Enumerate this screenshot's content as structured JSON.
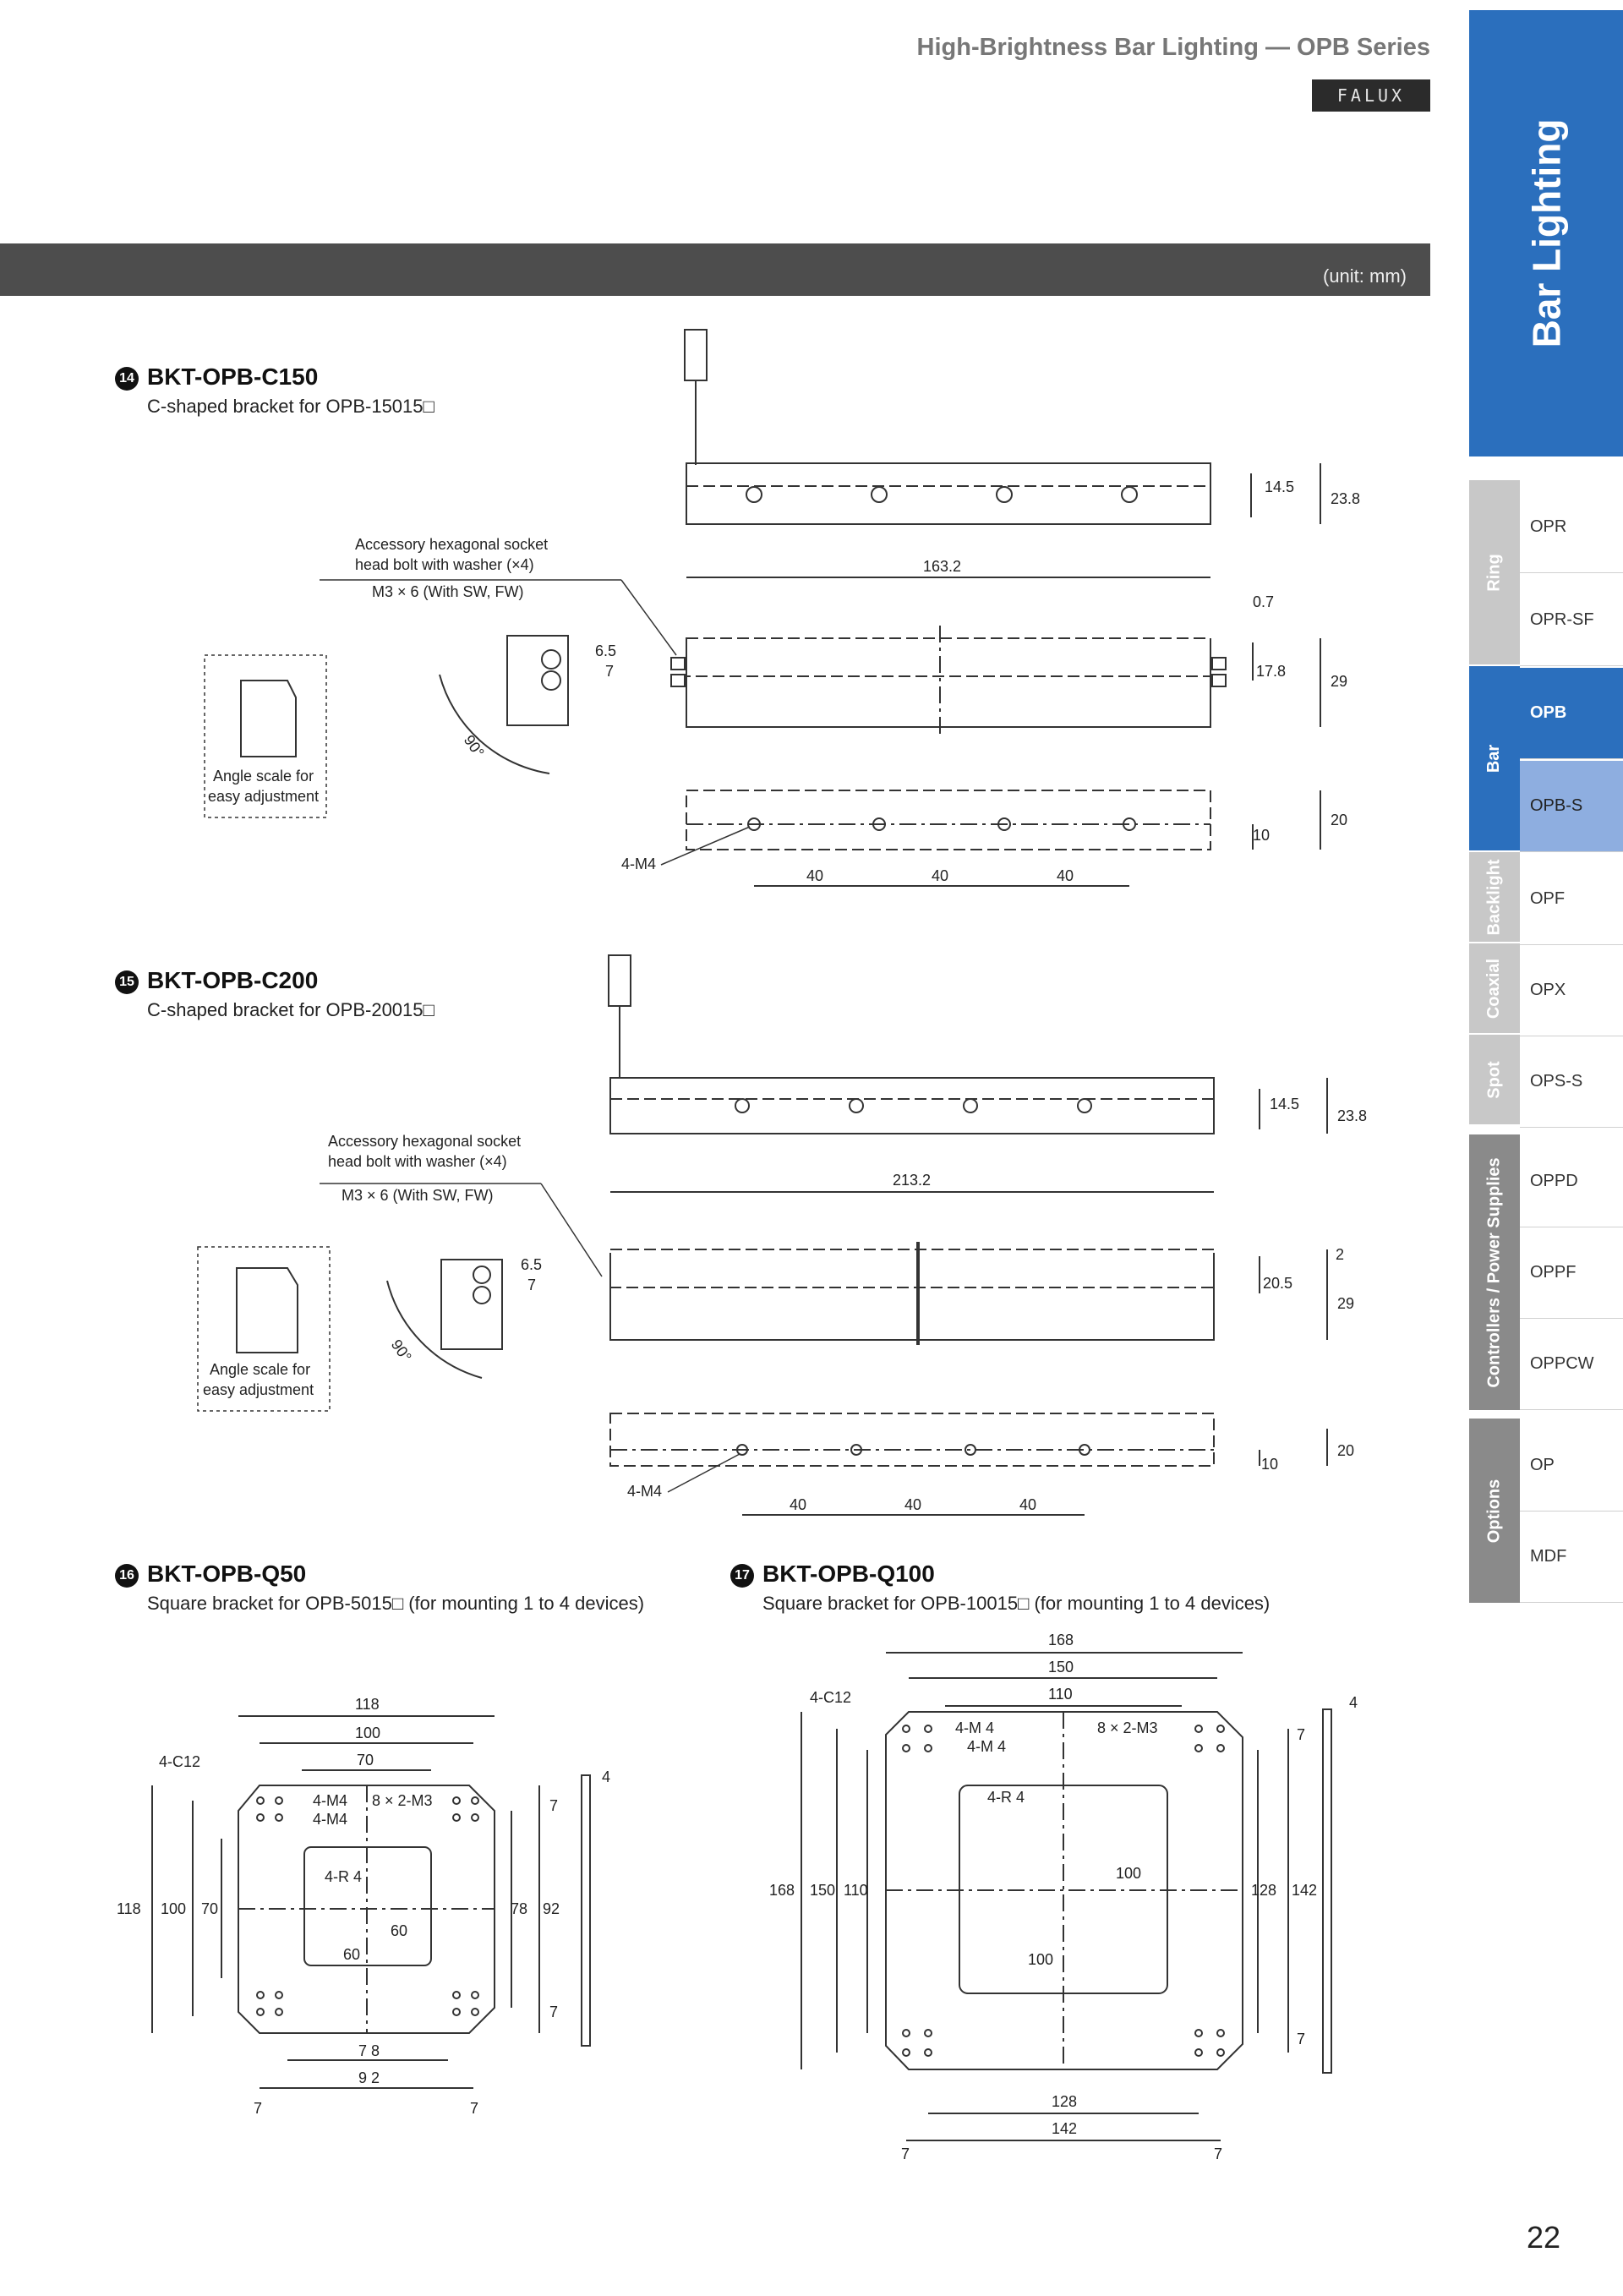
{
  "header": {
    "series_title": "High-Brightness Bar Lighting — OPB Series",
    "brand": "FALUX",
    "unit_note": "(unit: mm)"
  },
  "sidebar": {
    "main_label": "Bar Lighting",
    "categories": [
      {
        "label": "Ring",
        "color": "#c8c8c8"
      },
      {
        "label": "Bar",
        "color": "#2b6fbd"
      },
      {
        "label": "Backlight",
        "color": "#c8c8c8"
      },
      {
        "label": "Coaxial",
        "color": "#c8c8c8"
      },
      {
        "label": "Spot",
        "color": "#c8c8c8"
      },
      {
        "label": "Controllers / Power Supplies",
        "color": "#8a8a8a"
      },
      {
        "label": "Options",
        "color": "#8a8a8a"
      }
    ],
    "items": [
      "OPR",
      "OPR-SF",
      "OPB",
      "OPB-S",
      "OPF",
      "OPX",
      "OPS-S",
      "OPPD",
      "OPPF",
      "OPPCW",
      "OP",
      "MDF"
    ]
  },
  "sections": [
    {
      "number": "14",
      "title": "BKT-OPB-C150",
      "subtitle": "C-shaped bracket for OPB-15015□",
      "bolt_note_1": "Accessory hexagonal socket",
      "bolt_note_2": "head bolt with washer (×4)",
      "bolt_spec": "M3 × 6 (With SW, FW)",
      "angle_note_1": "Angle scale for",
      "angle_note_2": "easy adjustment",
      "dims": {
        "top_h1": "14.5",
        "top_h2": "23.8",
        "length": "163.2",
        "thick": "0.7",
        "mid_h1": "17.8",
        "mid_h2": "29",
        "bot_h1": "10",
        "bot_h2": "20",
        "pitch": [
          "40",
          "40",
          "40"
        ],
        "bolt_d1": "6.5",
        "bolt_d2": "7",
        "angle": "90°",
        "hole": "4-M4"
      }
    },
    {
      "number": "15",
      "title": "BKT-OPB-C200",
      "subtitle": "C-shaped bracket for OPB-20015□",
      "bolt_note_1": "Accessory hexagonal socket",
      "bolt_note_2": "head bolt with washer (×4)",
      "bolt_spec": "M3 × 6 (With SW, FW)",
      "angle_note_1": "Angle scale for",
      "angle_note_2": "easy adjustment",
      "dims": {
        "top_h1": "14.5",
        "top_h2": "23.8",
        "length": "213.2",
        "thick": "2",
        "mid_h1": "20.5",
        "mid_h2": "29",
        "bot_h1": "10",
        "bot_h2": "20",
        "pitch": [
          "40",
          "40",
          "40"
        ],
        "bolt_d1": "6.5",
        "bolt_d2": "7",
        "angle": "90°",
        "hole": "4-M4"
      }
    },
    {
      "number": "16",
      "title": "BKT-OPB-Q50",
      "subtitle": "Square bracket for OPB-5015□ (for mounting 1 to 4 devices)",
      "dims": {
        "w1": "118",
        "w2": "100",
        "w3": "70",
        "c12": "4-C12",
        "m4a": "4-M4",
        "m4b": "4-M4",
        "m3": "8 × 2-M3",
        "r4": "4-R 4",
        "in_w": "60",
        "in_h": "60",
        "right_a": "78",
        "right_b": "92",
        "thick": "4",
        "b78": "7 8",
        "b92": "9 2",
        "seven": "7"
      }
    },
    {
      "number": "17",
      "title": "BKT-OPB-Q100",
      "subtitle": "Square bracket for OPB-10015□ (for mounting 1 to 4 devices)",
      "dims": {
        "w1": "168",
        "w2": "150",
        "w3": "110",
        "c12": "4-C12",
        "m4a": "4-M 4",
        "m4b": "4-M 4",
        "m3": "8 × 2-M3",
        "r4": "4-R 4",
        "in_w": "100",
        "in_h": "100",
        "right_a": "128",
        "right_b": "142",
        "thick": "4",
        "b128": "128",
        "b142": "142",
        "seven": "7"
      }
    }
  ],
  "page_number": "22"
}
